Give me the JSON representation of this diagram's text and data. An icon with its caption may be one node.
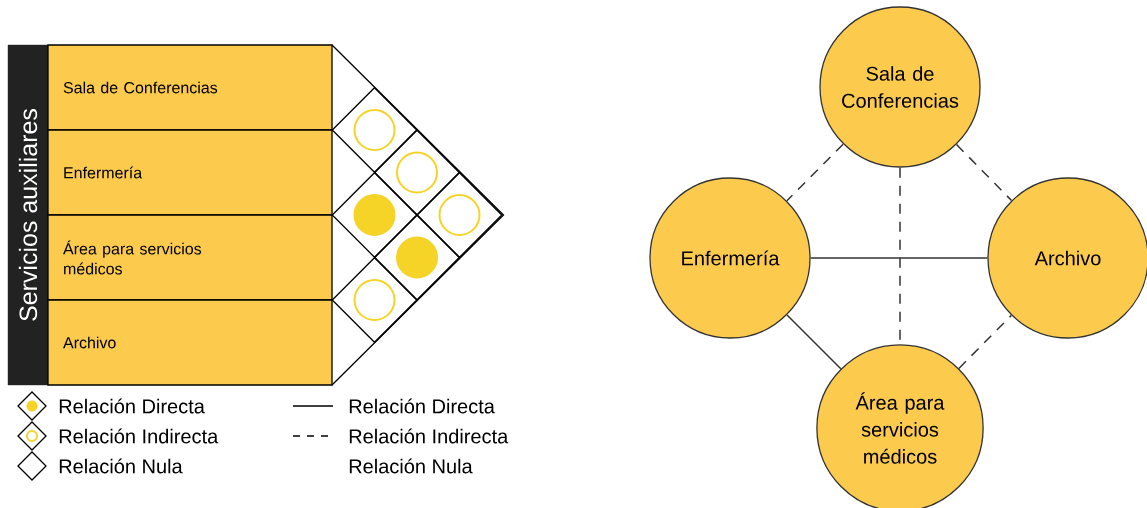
{
  "diagram": {
    "nodes": [
      {
        "text": [
          "Servicios auxiliares"
        ]
      },
      {
        "text": [
          "Sala de Conferencias"
        ]
      },
      {
        "text": [
          "Enfermería"
        ]
      },
      {
        "text": [
          "Área para servicios médicos"
        ]
      },
      {
        "text": [
          "Archivo"
        ]
      },
      {
        "text": [],
        "shape": "diamond"
      },
      {
        "text": [],
        "shape": "diamond"
      },
      {
        "text": [],
        "shape": "diamond"
      },
      {
        "text": [],
        "shape": "diamond"
      },
      {
        "text": [],
        "shape": "diamond"
      },
      {
        "text": [],
        "shape": "diamond"
      },
      {
        "text": [],
        "shape": "ring",
        "in": 5
      },
      {
        "text": [],
        "shape": "ring",
        "in": 6
      },
      {
        "text": [],
        "shape": "circle",
        "in": 7
      },
      {
        "text": [],
        "shape": "ring",
        "in": 8
      },
      {
        "text": [],
        "shape": "circle",
        "in": 9
      },
      {
        "text": [],
        "shape": "ring",
        "in": 10
      },
      {
        "text": [
          "Sala de Conferencias"
        ]
      },
      {
        "text": [
          "Enfermería"
        ]
      },
      {
        "text": [
          "Archivo"
        ]
      },
      {
        "text": [
          "Área para servicios médicos"
        ]
      }
    ],
    "edges": [
      {
        "from": 17,
        "to": 18,
        "arrow": "none",
        "style": "dashed"
      },
      {
        "from": 17,
        "to": 19,
        "arrow": "none",
        "style": "dashed"
      },
      {
        "from": 17,
        "to": 20,
        "arrow": "none",
        "style": "dashed"
      },
      {
        "from": 18,
        "to": 19,
        "arrow": "none"
      },
      {
        "from": 18,
        "to": 20,
        "arrow": "none"
      },
      {
        "from": 20,
        "to": 19,
        "arrow": "none",
        "style": "dashed"
      }
    ],
    "legend": [
      {
        "text": "Relación Directa"
      },
      {
        "text": "Relación Indirecta"
      },
      {
        "text": "Relación Nula"
      },
      {
        "text": "Relación Directa"
      },
      {
        "text": "Relación Indirecta"
      },
      {
        "text": "Relación Nula"
      }
    ]
  }
}
